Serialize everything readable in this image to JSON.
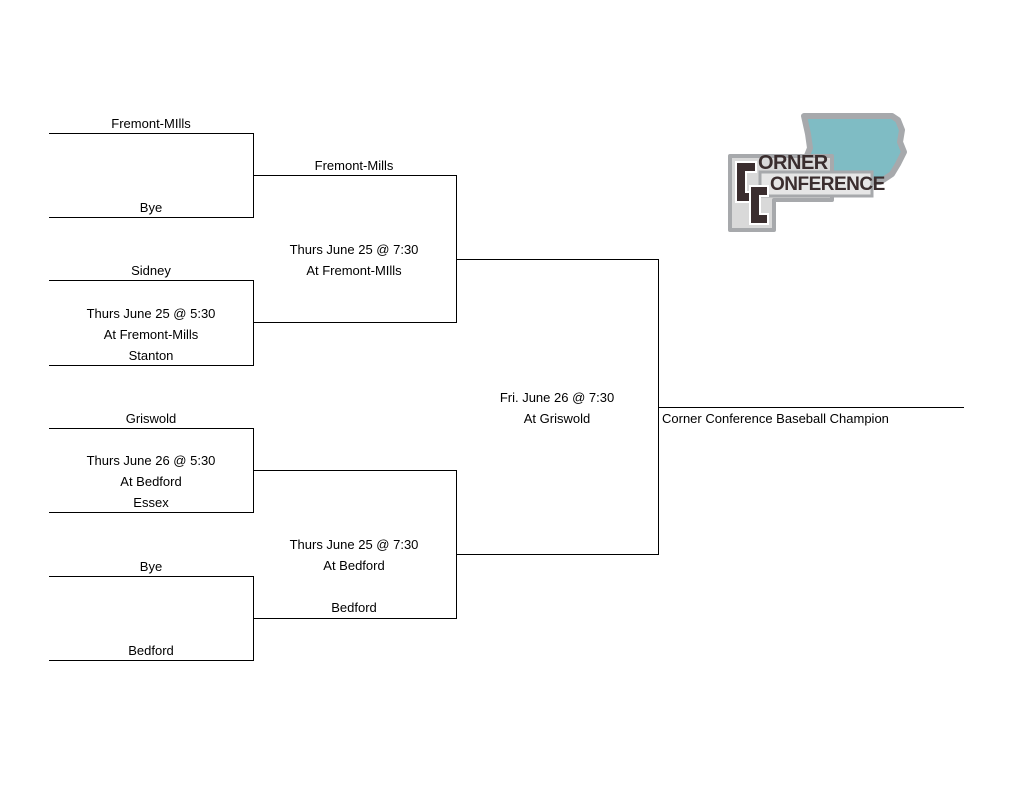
{
  "bracket": {
    "round1": {
      "team1": "Fremont-MIlls",
      "team2": "Bye",
      "team3": "Sidney",
      "game2_date": "Thurs June 25 @ 5:30",
      "game2_site": "At Fremont-Mills",
      "team4": "Stanton",
      "team5": "Griswold",
      "game3_date": "Thurs June 26 @ 5:30",
      "game3_site": "At Bedford",
      "team6": "Essex",
      "team7": "Bye",
      "team8": "Bedford"
    },
    "round2": {
      "top_winner": "Fremont-Mills",
      "top_date": "Thurs June 25 @ 7:30",
      "top_site": "At Fremont-MIlls",
      "bottom_date": "Thurs June 25 @ 7:30",
      "bottom_site": "At Bedford",
      "bottom_winner": "Bedford"
    },
    "final": {
      "date": "Fri. June 26 @ 7:30",
      "site": "At Griswold"
    },
    "champion_label": "Corner Conference Baseball Champion"
  },
  "logo": {
    "letters": "CC",
    "word1": "ORNER",
    "word2": "ONFERENCE",
    "state_color": "#7fbcc4",
    "border_color": "#a7a9ac",
    "text_color": "#3a2d2e"
  }
}
